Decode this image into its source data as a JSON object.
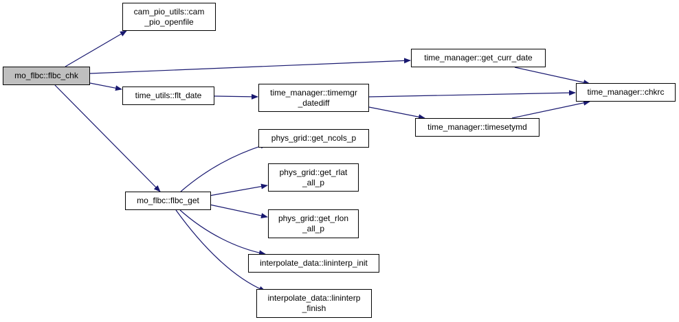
{
  "colors": {
    "edge": "#191970",
    "node_border": "#000000",
    "node_fill": "#ffffff",
    "root_fill": "#bfbfbf"
  },
  "graph": {
    "nodes": [
      {
        "id": "flbc_chk",
        "label": "mo_flbc::flbc_chk",
        "root": true
      },
      {
        "id": "cam_pio_openfile",
        "label": "cam_pio_utils::cam\n_pio_openfile"
      },
      {
        "id": "get_curr_date",
        "label": "time_manager::get_curr_date"
      },
      {
        "id": "flt_date",
        "label": "time_utils::flt_date"
      },
      {
        "id": "timemgr_datediff",
        "label": "time_manager::timemgr\n_datediff"
      },
      {
        "id": "chkrc",
        "label": "time_manager::chkrc"
      },
      {
        "id": "timesetymd",
        "label": "time_manager::timesetymd"
      },
      {
        "id": "flbc_get",
        "label": "mo_flbc::flbc_get"
      },
      {
        "id": "get_ncols_p",
        "label": "phys_grid::get_ncols_p"
      },
      {
        "id": "get_rlat_all_p",
        "label": "phys_grid::get_rlat\n_all_p"
      },
      {
        "id": "get_rlon_all_p",
        "label": "phys_grid::get_rlon\n_all_p"
      },
      {
        "id": "lininterp_init",
        "label": "interpolate_data::lininterp_init"
      },
      {
        "id": "lininterp_finish",
        "label": "interpolate_data::lininterp\n_finish"
      }
    ],
    "edges": [
      {
        "from": "flbc_chk",
        "to": "cam_pio_openfile"
      },
      {
        "from": "flbc_chk",
        "to": "get_curr_date"
      },
      {
        "from": "flbc_chk",
        "to": "flt_date"
      },
      {
        "from": "flbc_chk",
        "to": "flbc_get"
      },
      {
        "from": "get_curr_date",
        "to": "chkrc"
      },
      {
        "from": "flt_date",
        "to": "timemgr_datediff"
      },
      {
        "from": "timemgr_datediff",
        "to": "chkrc"
      },
      {
        "from": "timemgr_datediff",
        "to": "timesetymd"
      },
      {
        "from": "timesetymd",
        "to": "chkrc"
      },
      {
        "from": "flbc_get",
        "to": "get_ncols_p"
      },
      {
        "from": "flbc_get",
        "to": "get_rlat_all_p"
      },
      {
        "from": "flbc_get",
        "to": "get_rlon_all_p"
      },
      {
        "from": "flbc_get",
        "to": "lininterp_init"
      },
      {
        "from": "flbc_get",
        "to": "lininterp_finish"
      }
    ]
  }
}
